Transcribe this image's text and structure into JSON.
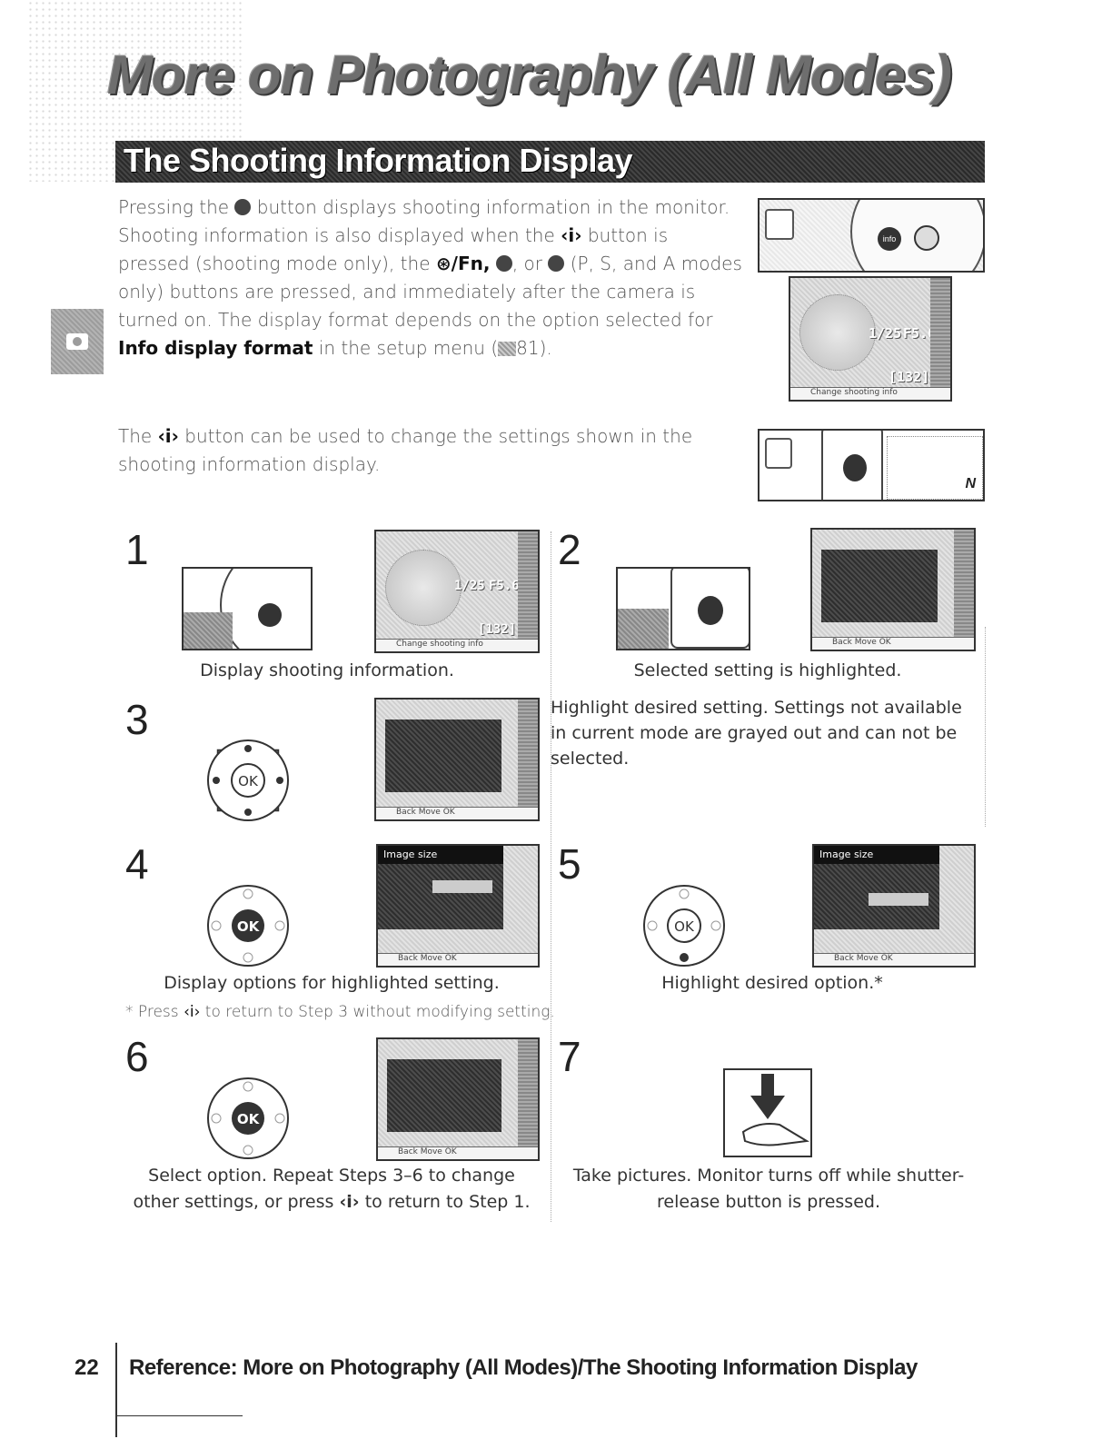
{
  "header": {
    "chapter_title": "More on Photography (All Modes)",
    "section_title": "The Shooting Information Display"
  },
  "intro": {
    "p1_a": "Pressing the",
    "p1_b": "button displays shooting information in the monitor. Shooting information is also displayed when the",
    "p1_c": "button is pressed (shooting mode only), the",
    "p1_fn": "/Fn,",
    "p1_d": ", or",
    "p1_e": "(P, S, and A modes only) buttons are pressed, and immediately after the camera is turned on. The display format depends on the option selected for",
    "p1_bold": "Info display format",
    "p1_f": "in the setup menu (",
    "p1_ref": "81).",
    "p2_a": "The",
    "p2_b": "button can be used to change the settings shown in the shooting information display."
  },
  "lcd": {
    "shutter": "1/25",
    "aperture": "F5.6",
    "count": "[132]",
    "footer_info": "Change shooting info",
    "footer_nav": "Back  Move  OK",
    "menu_title": "Image size",
    "btn_ok": "OK",
    "btn_info": "info",
    "label_n": "N"
  },
  "steps": [
    {
      "num": "1",
      "caption": "Display shooting information."
    },
    {
      "num": "2",
      "caption": "Selected setting is highlighted."
    },
    {
      "num": "3",
      "caption": "Highlight desired setting. Settings not available in current mode are grayed out and can not be selected."
    },
    {
      "num": "4",
      "caption": "Display options for highlighted setting."
    },
    {
      "num": "5",
      "caption": "Highlight desired option.*"
    },
    {
      "num": "6",
      "caption_a": "Select option. Repeat Steps 3–6 to change",
      "caption_b": "other settings, or press",
      "caption_c": "to return to Step 1."
    },
    {
      "num": "7",
      "caption_a": "Take pictures. Monitor turns off while shutter-",
      "caption_b": "release button is pressed."
    }
  ],
  "note": {
    "a": "* Press",
    "b": "to return to Step 3 without modifying setting."
  },
  "footer": {
    "page_number": "22",
    "text": "Reference: More on Photography (All Modes)/The Shooting Information Display"
  }
}
